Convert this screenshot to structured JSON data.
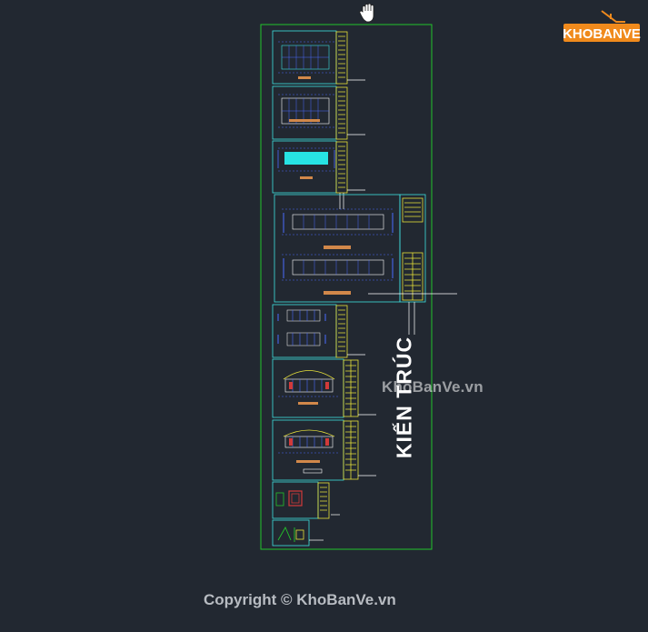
{
  "drawing": {
    "title_vertical": "KIẾN TRÚC",
    "frame_color": "#22c42a",
    "sheet_color": "#3fe0e0",
    "table_color": "#e8e23a",
    "fill_color": "#27e3e3",
    "annotation_color": "#4b6bff",
    "detail_color": "#d23a3a"
  },
  "toolbar": {
    "cursor_icon": "pan-hand-icon"
  },
  "brand": {
    "logo_text": "KHOBANVE",
    "logo_color": "#f08a1c"
  },
  "watermark": {
    "text": "KhoBanVe.vn"
  },
  "footer": {
    "copyright": "Copyright © KhoBanVe.vn"
  }
}
